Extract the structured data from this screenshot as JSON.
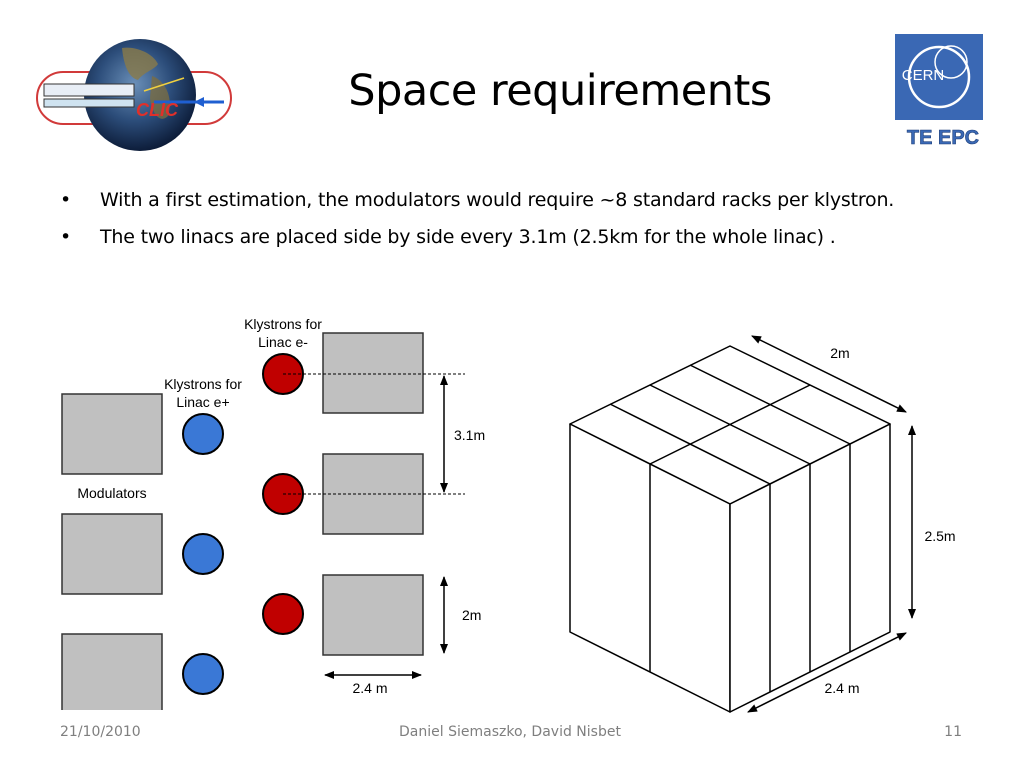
{
  "slide": {
    "title": "Space requirements",
    "bullets": [
      "With a first estimation, the modulators would require ~8 standard racks per klystron.",
      "The two linacs are placed side by side every 3.1m (2.5km for the whole linac) ."
    ],
    "bullet_glyph": "•"
  },
  "logos": {
    "clic_text": "CLIC",
    "cern_text": "CERN",
    "te_epc_text": "TE EPC",
    "cern_color": "#3a68b4"
  },
  "diagram": {
    "klystrons_e_minus_label": [
      "Klystrons for",
      "Linac e-"
    ],
    "klystrons_e_plus_label": [
      "Klystrons for",
      "Linac e+"
    ],
    "modulators_label": "Modulators",
    "dim_spacing": "3.1m",
    "dim_depth": "2m",
    "dim_width": "2.4 m",
    "box_dim_top": "2m",
    "box_dim_height": "2.5m",
    "box_dim_bottom": "2.4 m",
    "colors": {
      "box_fill": "#c0c0c0",
      "klystron_red": "#c00000",
      "klystron_blue": "#3a78d6"
    }
  },
  "footer": {
    "date": "21/10/2010",
    "authors": "Daniel Siemaszko, David Nisbet",
    "page": "11"
  }
}
